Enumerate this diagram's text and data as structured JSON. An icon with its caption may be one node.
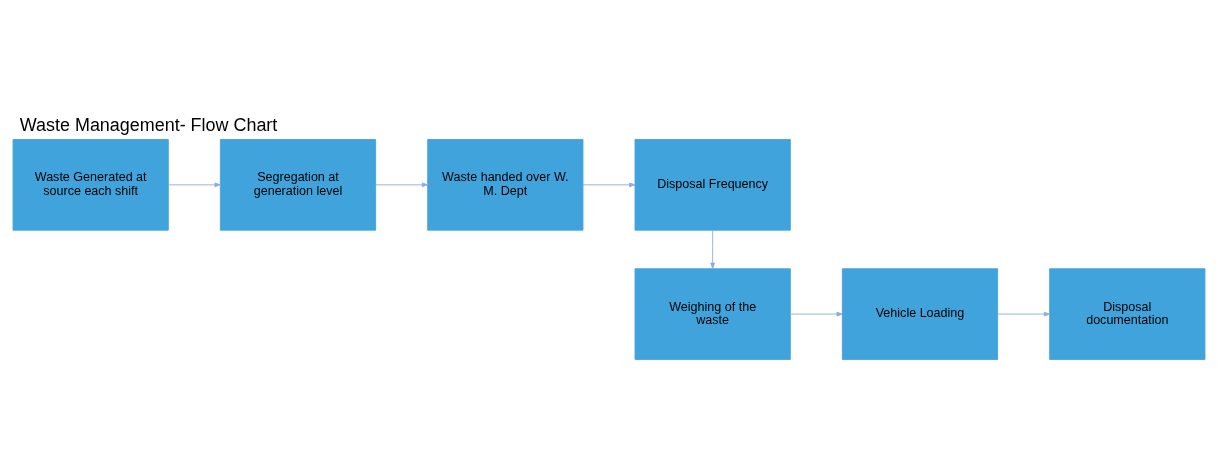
{
  "diagram": {
    "title": "Waste Management- Flow Chart",
    "nodes": [
      {
        "text": [
          "Waste Generated at source each shift"
        ]
      },
      {
        "text": [
          "Segregation at generation level"
        ]
      },
      {
        "text": [
          "Waste handed over W. M. Dept"
        ]
      },
      {
        "text": [
          "Disposal Frequency"
        ]
      },
      {
        "text": [
          "Weighing of the waste"
        ]
      },
      {
        "text": [
          "Vehicle Loading"
        ]
      },
      {
        "text": [
          "Disposal documentation"
        ]
      }
    ],
    "edges": [
      {
        "from": 0,
        "to": 1,
        "arrow": "to"
      },
      {
        "from": 1,
        "to": 2,
        "arrow": "to"
      },
      {
        "from": 2,
        "to": 3,
        "arrow": "to"
      },
      {
        "from": 3,
        "to": 4,
        "arrow": "to"
      },
      {
        "from": 4,
        "to": 5,
        "arrow": "to"
      },
      {
        "from": 5,
        "to": 6,
        "arrow": "to"
      }
    ]
  }
}
